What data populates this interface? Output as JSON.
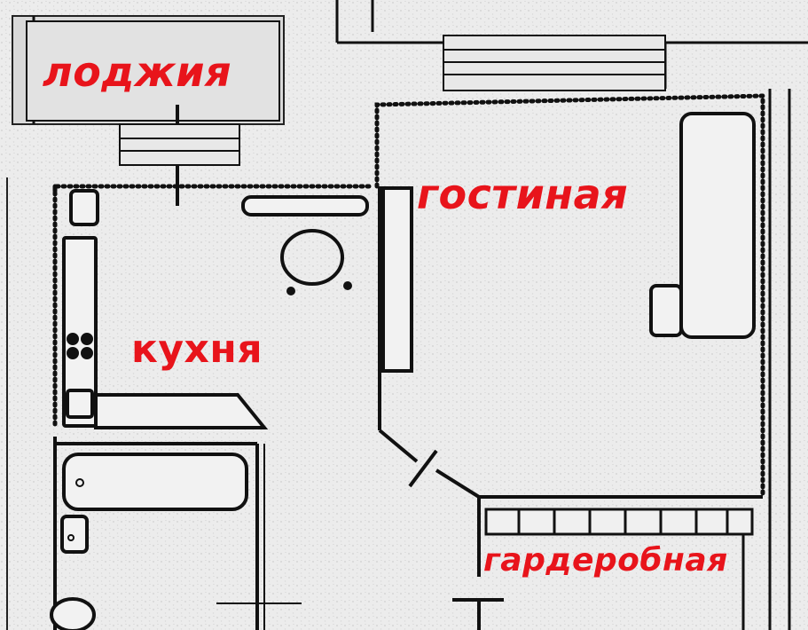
{
  "rooms": {
    "loggia": "лоджия",
    "living_room": "гостиная",
    "kitchen": "кухня",
    "wardrobe": "гардеробная"
  },
  "colors": {
    "label": "#e8141b",
    "lines": "#111111",
    "paper": "#ececec"
  }
}
